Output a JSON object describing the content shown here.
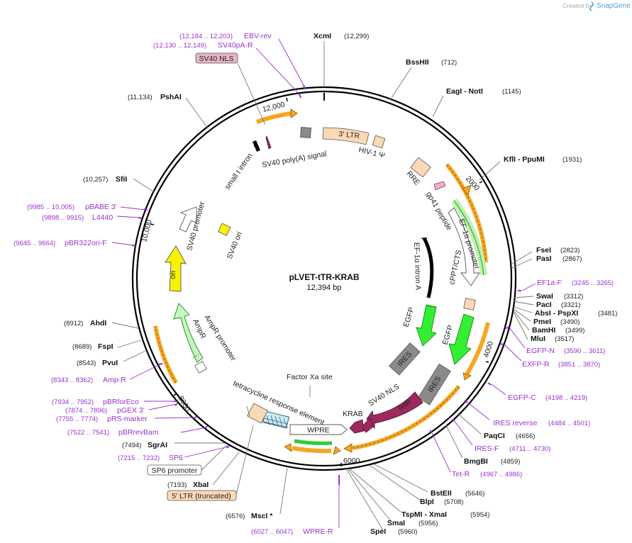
{
  "watermark": {
    "prefix": "Created by",
    "brand": "SnapGene"
  },
  "plasmid": {
    "name": "pLVET-tTR-KRAB",
    "size": "12,394 bp"
  },
  "ticks": [
    "2000",
    "4000",
    "6000",
    "8000",
    "10,000",
    "12,000"
  ],
  "sites": [
    {
      "name": "XcmI",
      "pos": "(12,299)"
    },
    {
      "name": "BssHII",
      "pos": "(712)"
    },
    {
      "name": "EagI  - NotI",
      "pos": "(1145)"
    },
    {
      "name": "KflI  - PpuMI",
      "pos": "(1931)"
    },
    {
      "name": "FseI",
      "pos": "(2823)"
    },
    {
      "name": "PasI",
      "pos": "(2867)"
    },
    {
      "name": "SwaI",
      "pos": "(3312)"
    },
    {
      "name": "PacI",
      "pos": "(3321)"
    },
    {
      "name": "AbsI  - PspXI",
      "pos": "(3481)"
    },
    {
      "name": "PmeI",
      "pos": "(3490)"
    },
    {
      "name": "BamHI",
      "pos": "(3499)"
    },
    {
      "name": "MluI",
      "pos": "(3517)"
    },
    {
      "name": "PaqCI",
      "pos": "(4656)"
    },
    {
      "name": "BmgBI",
      "pos": "(4859)"
    },
    {
      "name": "BstEII",
      "pos": "(5646)"
    },
    {
      "name": "BlpI",
      "pos": "(5708)"
    },
    {
      "name": "TspMI  - XmaI",
      "pos": "(5954)"
    },
    {
      "name": "SmaI",
      "pos": "(5956)"
    },
    {
      "name": "SpeI",
      "pos": "(5960)"
    },
    {
      "name": "MscI *",
      "pos": "(6576)"
    },
    {
      "name": "XbaI",
      "pos": "(7193)"
    },
    {
      "name": "SgrAI",
      "pos": "(7494)"
    },
    {
      "name": "PvuI",
      "pos": "(8543)"
    },
    {
      "name": "FspI",
      "pos": "(8689)"
    },
    {
      "name": "AhdI",
      "pos": "(8912)"
    },
    {
      "name": "SfiI",
      "pos": "(10,257)"
    },
    {
      "name": "PshAI",
      "pos": "(11,134)"
    }
  ],
  "primers": [
    {
      "name": "EBV-rev",
      "pos": "(12,184 .. 12,203)"
    },
    {
      "name": "SV40pA-R",
      "pos": "(12,130 .. 12,149)"
    },
    {
      "name": "EF1a-F",
      "pos": "(3245 .. 3265)"
    },
    {
      "name": "EGFP-N",
      "pos": "(3590 .. 3611)"
    },
    {
      "name": "EXFP-R",
      "pos": "(3851 .. 3870)"
    },
    {
      "name": "EGFP-C",
      "pos": "(4198 .. 4219)"
    },
    {
      "name": "IRES reverse",
      "pos": "(4484 .. 4501)"
    },
    {
      "name": "IRES-F",
      "pos": "(4711 .. 4730)"
    },
    {
      "name": "Tet-R",
      "pos": "(4967 .. 4986)"
    },
    {
      "name": "WPRE-R",
      "pos": "(6027 .. 6047)"
    },
    {
      "name": "SP6",
      "pos": "(7215 .. 7232)"
    },
    {
      "name": "pBRrevBam",
      "pos": "(7522 .. 7541)"
    },
    {
      "name": "pRS-marker",
      "pos": "(7755 .. 7774)"
    },
    {
      "name": "pGEX 3'",
      "pos": "(7874 .. 7896)"
    },
    {
      "name": "pBRforEco",
      "pos": "(7934 .. 7952)"
    },
    {
      "name": "Amp-R",
      "pos": "(8343 .. 8362)"
    },
    {
      "name": "pBR322ori-F",
      "pos": "(9645 .. 9664)"
    },
    {
      "name": "L4440",
      "pos": "(9898 .. 9915)"
    },
    {
      "name": "pBABE 3'",
      "pos": "(9985 .. 10,005)"
    }
  ],
  "boxed_labels": {
    "sv40_nls_top": "SV40 NLS",
    "sp6_promoter": "SP6 promoter",
    "ltr5": "5' LTR (truncated)"
  },
  "features": {
    "ltr3": "3' LTR",
    "hiv_psi": "HIV-1 Ψ",
    "sv40_polya": "SV40 poly(A) signal",
    "small_t": "small t intron",
    "rre": "RRE",
    "gp41": "gp41 peptide",
    "ef1a_promoter": "EF-1α promoter",
    "ef1a_intron": "EF-1α intron A",
    "cppt": "cPPT/CTS",
    "egfp1": "EGFP",
    "egfp2": "EGFP",
    "ires1": "IRES",
    "ires2": "IRES",
    "tetr": "TetR",
    "sv40_nls": "SV40 NLS",
    "krab": "KRAB",
    "wpre": "WPRE",
    "factor_xa": "Factor Xa site",
    "tre": "tetracycline response element",
    "ampr_promoter": "AmpR promoter",
    "ampr": "AmpR",
    "ori": "ori",
    "sv40_promoter": "SV40 promoter",
    "sv40_ori": "SV40 ori"
  },
  "colors": {
    "backbone": "#000000",
    "primer": "#9b30d0",
    "ltr": "#fcd9b6",
    "orange_arrow": "#f5a623",
    "green_gene": "#33ee33",
    "light_green": "#c8f5c0",
    "ires_gray": "#8a8a8a",
    "tetr_maroon": "#9c2a5e",
    "ori_yellow": "#f7f200",
    "nls_pink": "#e8b4c8"
  }
}
